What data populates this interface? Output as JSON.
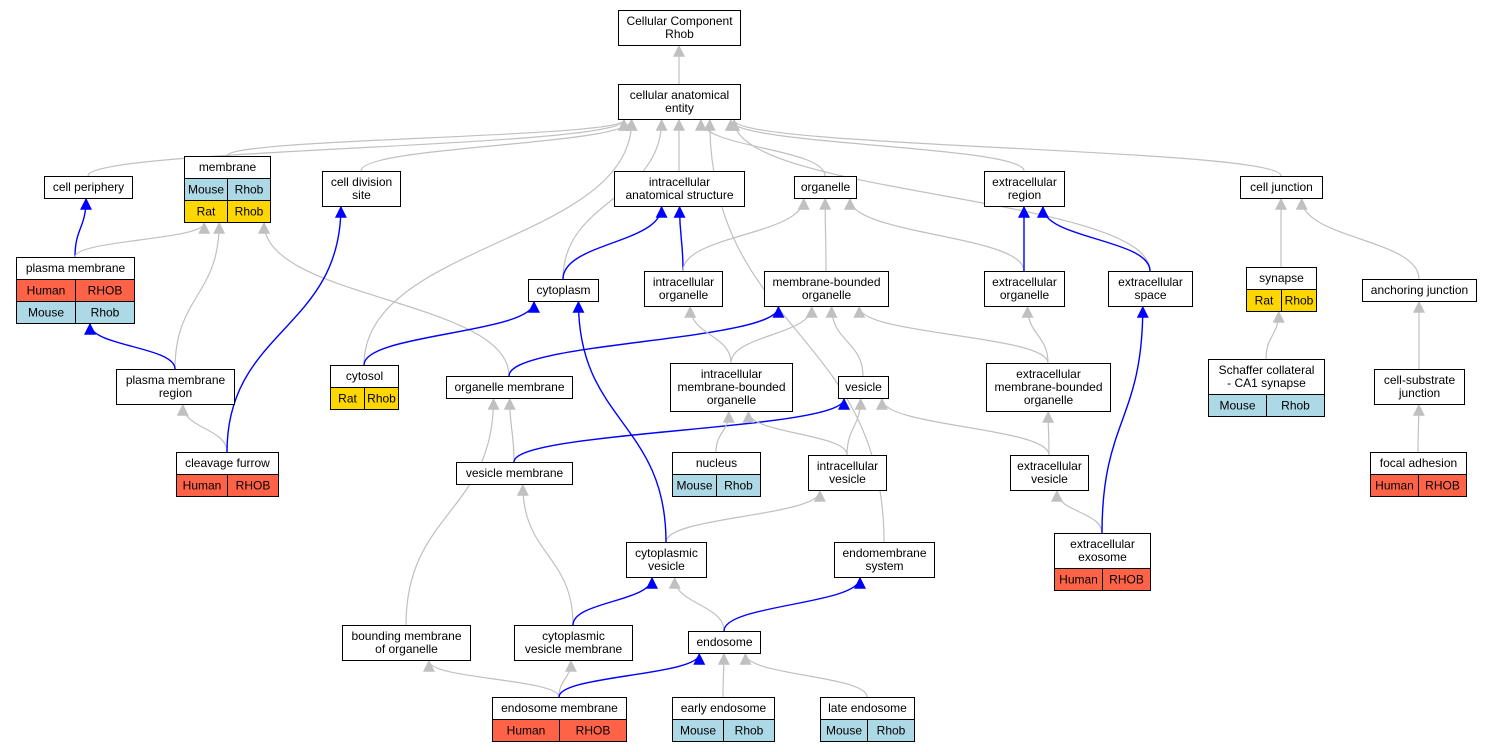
{
  "colors": {
    "is_a_edge": "#c0c0c0",
    "part_of_edge": "#0000ff",
    "human": "#ff6347",
    "mouse": "#add8e6",
    "rat": "#ffd700",
    "node_fill": "#ffffff",
    "node_border": "#000000"
  },
  "nodes": [
    {
      "id": "root",
      "lines": [
        "Cellular Component",
        "Rhob"
      ]
    },
    {
      "id": "cae",
      "lines": [
        "cellular anatomical",
        "entity"
      ]
    },
    {
      "id": "cell_periphery",
      "lines": [
        "cell periphery"
      ]
    },
    {
      "id": "membrane",
      "lines": [
        "membrane"
      ],
      "annotations": [
        [
          "Mouse",
          "Rhob"
        ],
        [
          "Rat",
          "Rhob"
        ]
      ]
    },
    {
      "id": "cell_division_site",
      "lines": [
        "cell division",
        "site"
      ]
    },
    {
      "id": "ias",
      "lines": [
        "intracellular",
        "anatomical structure"
      ]
    },
    {
      "id": "organelle",
      "lines": [
        "organelle"
      ]
    },
    {
      "id": "extracellular_region",
      "lines": [
        "extracellular",
        "region"
      ]
    },
    {
      "id": "cell_junction",
      "lines": [
        "cell junction"
      ]
    },
    {
      "id": "plasma_membrane",
      "lines": [
        "plasma membrane"
      ],
      "annotations": [
        [
          "Human",
          "RHOB"
        ],
        [
          "Mouse",
          "Rhob"
        ]
      ]
    },
    {
      "id": "cytoplasm",
      "lines": [
        "cytoplasm"
      ]
    },
    {
      "id": "intracellular_organelle",
      "lines": [
        "intracellular",
        "organelle"
      ]
    },
    {
      "id": "mbo",
      "lines": [
        "membrane-bounded",
        "organelle"
      ]
    },
    {
      "id": "extracellular_organelle",
      "lines": [
        "extracellular",
        "organelle"
      ]
    },
    {
      "id": "extracellular_space",
      "lines": [
        "extracellular",
        "space"
      ]
    },
    {
      "id": "synapse",
      "lines": [
        "synapse"
      ],
      "annotations": [
        [
          "Rat",
          "Rhob"
        ]
      ]
    },
    {
      "id": "anchoring_junction",
      "lines": [
        "anchoring junction"
      ]
    },
    {
      "id": "pm_region",
      "lines": [
        "plasma membrane",
        "region"
      ]
    },
    {
      "id": "cytosol",
      "lines": [
        "cytosol"
      ],
      "annotations": [
        [
          "Rat",
          "Rhob"
        ]
      ]
    },
    {
      "id": "organelle_membrane",
      "lines": [
        "organelle membrane"
      ]
    },
    {
      "id": "imbo",
      "lines": [
        "intracellular",
        "membrane-bounded",
        "organelle"
      ]
    },
    {
      "id": "vesicle",
      "lines": [
        "vesicle"
      ]
    },
    {
      "id": "embo",
      "lines": [
        "extracellular",
        "membrane-bounded",
        "organelle"
      ]
    },
    {
      "id": "schaffer",
      "lines": [
        "Schaffer collateral",
        "- CA1 synapse"
      ],
      "annotations": [
        [
          "Mouse",
          "Rhob"
        ]
      ]
    },
    {
      "id": "cell_substrate",
      "lines": [
        "cell-substrate",
        "junction"
      ]
    },
    {
      "id": "cleavage_furrow",
      "lines": [
        "cleavage furrow"
      ],
      "annotations": [
        [
          "Human",
          "RHOB"
        ]
      ]
    },
    {
      "id": "vesicle_membrane",
      "lines": [
        "vesicle membrane"
      ]
    },
    {
      "id": "nucleus",
      "lines": [
        "nucleus"
      ],
      "annotations": [
        [
          "Mouse",
          "Rhob"
        ]
      ]
    },
    {
      "id": "intracellular_vesicle",
      "lines": [
        "intracellular",
        "vesicle"
      ]
    },
    {
      "id": "extracellular_vesicle",
      "lines": [
        "extracellular",
        "vesicle"
      ]
    },
    {
      "id": "focal_adhesion",
      "lines": [
        "focal adhesion"
      ],
      "annotations": [
        [
          "Human",
          "RHOB"
        ]
      ]
    },
    {
      "id": "cytoplasmic_vesicle",
      "lines": [
        "cytoplasmic",
        "vesicle"
      ]
    },
    {
      "id": "endomembrane_system",
      "lines": [
        "endomembrane",
        "system"
      ]
    },
    {
      "id": "extracellular_exosome",
      "lines": [
        "extracellular",
        "exosome"
      ],
      "annotations": [
        [
          "Human",
          "RHOB"
        ]
      ]
    },
    {
      "id": "bounding_membrane",
      "lines": [
        "bounding membrane",
        "of organelle"
      ]
    },
    {
      "id": "cvm",
      "lines": [
        "cytoplasmic",
        "vesicle membrane"
      ]
    },
    {
      "id": "endosome",
      "lines": [
        "endosome"
      ]
    },
    {
      "id": "endosome_membrane",
      "lines": [
        "endosome membrane"
      ],
      "annotations": [
        [
          "Human",
          "RHOB"
        ]
      ]
    },
    {
      "id": "early_endosome",
      "lines": [
        "early endosome"
      ],
      "annotations": [
        [
          "Mouse",
          "Rhob"
        ]
      ]
    },
    {
      "id": "late_endosome",
      "lines": [
        "late endosome"
      ],
      "annotations": [
        [
          "Mouse",
          "Rhob"
        ]
      ]
    }
  ],
  "edges": [
    {
      "from": "cae",
      "to": "root",
      "kind": "is_a"
    },
    {
      "from": "cell_periphery",
      "to": "cae",
      "kind": "is_a"
    },
    {
      "from": "membrane",
      "to": "cae",
      "kind": "is_a"
    },
    {
      "from": "cell_division_site",
      "to": "cae",
      "kind": "is_a"
    },
    {
      "from": "ias",
      "to": "cae",
      "kind": "is_a"
    },
    {
      "from": "organelle",
      "to": "cae",
      "kind": "is_a"
    },
    {
      "from": "extracellular_region",
      "to": "cae",
      "kind": "is_a"
    },
    {
      "from": "cell_junction",
      "to": "cae",
      "kind": "is_a"
    },
    {
      "from": "cytoplasm",
      "to": "cae",
      "kind": "is_a"
    },
    {
      "from": "cytosol",
      "to": "cae",
      "kind": "is_a"
    },
    {
      "from": "extracellular_space",
      "to": "cae",
      "kind": "is_a"
    },
    {
      "from": "endomembrane_system",
      "to": "cae",
      "kind": "is_a"
    },
    {
      "from": "plasma_membrane",
      "to": "cell_periphery",
      "kind": "part_of"
    },
    {
      "from": "plasma_membrane",
      "to": "membrane",
      "kind": "is_a"
    },
    {
      "from": "pm_region",
      "to": "membrane",
      "kind": "is_a"
    },
    {
      "from": "organelle_membrane",
      "to": "membrane",
      "kind": "is_a"
    },
    {
      "from": "pm_region",
      "to": "plasma_membrane",
      "kind": "part_of"
    },
    {
      "from": "cleavage_furrow",
      "to": "pm_region",
      "kind": "is_a"
    },
    {
      "from": "cleavage_furrow",
      "to": "cell_division_site",
      "kind": "part_of"
    },
    {
      "from": "cytoplasm",
      "to": "ias",
      "kind": "part_of"
    },
    {
      "from": "intracellular_organelle",
      "to": "ias",
      "kind": "part_of"
    },
    {
      "from": "intracellular_organelle",
      "to": "organelle",
      "kind": "is_a"
    },
    {
      "from": "mbo",
      "to": "organelle",
      "kind": "is_a"
    },
    {
      "from": "extracellular_organelle",
      "to": "organelle",
      "kind": "is_a"
    },
    {
      "from": "extracellular_organelle",
      "to": "extracellular_region",
      "kind": "part_of"
    },
    {
      "from": "extracellular_space",
      "to": "extracellular_region",
      "kind": "part_of"
    },
    {
      "from": "synapse",
      "to": "cell_junction",
      "kind": "is_a"
    },
    {
      "from": "anchoring_junction",
      "to": "cell_junction",
      "kind": "is_a"
    },
    {
      "from": "cytosol",
      "to": "cytoplasm",
      "kind": "part_of"
    },
    {
      "from": "organelle_membrane",
      "to": "mbo",
      "kind": "part_of"
    },
    {
      "from": "imbo",
      "to": "intracellular_organelle",
      "kind": "is_a"
    },
    {
      "from": "imbo",
      "to": "mbo",
      "kind": "is_a"
    },
    {
      "from": "vesicle",
      "to": "mbo",
      "kind": "is_a"
    },
    {
      "from": "embo",
      "to": "mbo",
      "kind": "is_a"
    },
    {
      "from": "embo",
      "to": "extracellular_organelle",
      "kind": "is_a"
    },
    {
      "from": "schaffer",
      "to": "synapse",
      "kind": "is_a"
    },
    {
      "from": "cell_substrate",
      "to": "anchoring_junction",
      "kind": "is_a"
    },
    {
      "from": "vesicle_membrane",
      "to": "organelle_membrane",
      "kind": "is_a"
    },
    {
      "from": "vesicle_membrane",
      "to": "vesicle",
      "kind": "part_of"
    },
    {
      "from": "nucleus",
      "to": "imbo",
      "kind": "is_a"
    },
    {
      "from": "intracellular_vesicle",
      "to": "imbo",
      "kind": "is_a"
    },
    {
      "from": "intracellular_vesicle",
      "to": "vesicle",
      "kind": "is_a"
    },
    {
      "from": "extracellular_vesicle",
      "to": "vesicle",
      "kind": "is_a"
    },
    {
      "from": "extracellular_vesicle",
      "to": "embo",
      "kind": "is_a"
    },
    {
      "from": "focal_adhesion",
      "to": "cell_substrate",
      "kind": "is_a"
    },
    {
      "from": "cytoplasmic_vesicle",
      "to": "intracellular_vesicle",
      "kind": "is_a"
    },
    {
      "from": "cytoplasmic_vesicle",
      "to": "cytoplasm",
      "kind": "part_of"
    },
    {
      "from": "extracellular_exosome",
      "to": "extracellular_vesicle",
      "kind": "is_a"
    },
    {
      "from": "extracellular_exosome",
      "to": "extracellular_space",
      "kind": "part_of"
    },
    {
      "from": "bounding_membrane",
      "to": "organelle_membrane",
      "kind": "is_a"
    },
    {
      "from": "cvm",
      "to": "vesicle_membrane",
      "kind": "is_a"
    },
    {
      "from": "cvm",
      "to": "cytoplasmic_vesicle",
      "kind": "part_of"
    },
    {
      "from": "endosome",
      "to": "cytoplasmic_vesicle",
      "kind": "is_a"
    },
    {
      "from": "endosome",
      "to": "endomembrane_system",
      "kind": "part_of"
    },
    {
      "from": "endosome_membrane",
      "to": "bounding_membrane",
      "kind": "is_a"
    },
    {
      "from": "endosome_membrane",
      "to": "cvm",
      "kind": "is_a"
    },
    {
      "from": "endosome_membrane",
      "to": "endosome",
      "kind": "part_of"
    },
    {
      "from": "early_endosome",
      "to": "endosome",
      "kind": "is_a"
    },
    {
      "from": "late_endosome",
      "to": "endosome",
      "kind": "is_a"
    }
  ]
}
